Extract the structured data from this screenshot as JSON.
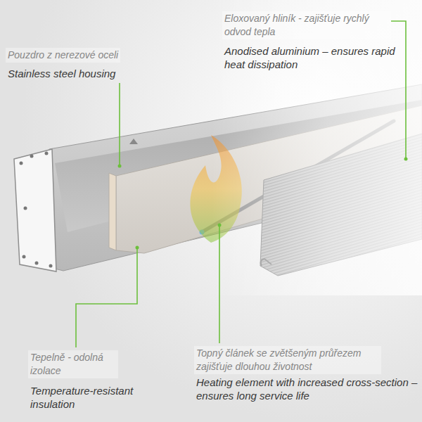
{
  "diagram": {
    "labels": [
      "Eloxovaný hliník - zajišťuje rychlý odvod tepla",
      "Anodised aluminium – ensures rapid heat dissipation",
      "Pouzdro z nerezové oceli",
      "Stainless steel housing",
      "Tepelně - odolná izolace",
      "Temperature-resistant insulation",
      "Topný článek se zvětšeným průřezem zajišťuje dlouhou životnost",
      "Heating element with increased cross-section – ensures long service life"
    ]
  }
}
